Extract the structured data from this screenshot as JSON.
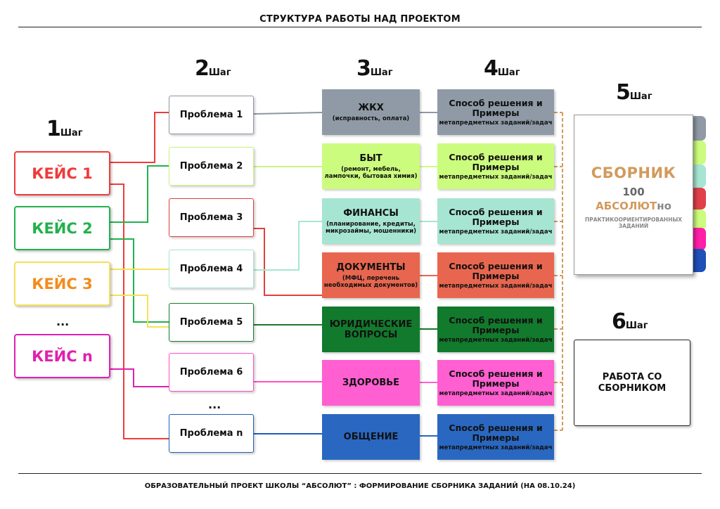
{
  "title": "СТРУКТУРА РАБОТЫ НАД ПРОЕКТОМ",
  "footer": "ОБРАЗОВАТЕЛЬНЫЙ ПРОЕКТ ШКОЛЫ “АБСОЛЮТ” : ФОРМИРОВАНИЕ СБОРНИКА ЗАДАНИЙ (НА 08.10.24)",
  "steps": [
    {
      "n": "1",
      "w": "Шаг"
    },
    {
      "n": "2",
      "w": "Шаг"
    },
    {
      "n": "3",
      "w": "Шаг"
    },
    {
      "n": "4",
      "w": "Шаг"
    },
    {
      "n": "5",
      "w": "Шаг"
    },
    {
      "n": "6",
      "w": "Шаг"
    }
  ],
  "cases": [
    {
      "label": "КЕЙС 1",
      "color": "#ef3b3b"
    },
    {
      "label": "КЕЙС 2",
      "color": "#22b14c"
    },
    {
      "label": "КЕЙС 3",
      "color": "#f28c1c",
      "border": "#f6e05a"
    },
    {
      "label": "КЕЙС n",
      "color": "#e020b0"
    }
  ],
  "cases_dots": "...",
  "problems": [
    {
      "label": "Проблема 1",
      "border": "#8c96a3"
    },
    {
      "label": "Проблема 2",
      "border": "#c8f57a"
    },
    {
      "label": "Проблема 3",
      "border": "#e0403a"
    },
    {
      "label": "Проблема 4",
      "border": "#a8e6cf"
    },
    {
      "label": "Проблема 5",
      "border": "#1a7a2e"
    },
    {
      "label": "Проблема 6",
      "border": "#ff4fc4"
    },
    {
      "label": "Проблема n",
      "border": "#1f5fb8"
    }
  ],
  "problems_dots": "...",
  "categories": [
    {
      "title": "ЖКХ",
      "sub": "(исправность, оплата)",
      "bg": "#8f9aa6",
      "fg": "#111111"
    },
    {
      "title": "БЫТ",
      "sub": "(ремонт, мебель, лампочки, бытовая химия)",
      "bg": "#ccfc7d",
      "fg": "#111111"
    },
    {
      "title": "ФИНАНСЫ",
      "sub": "(планирование, кредиты, микрозаймы, мошенники)",
      "bg": "#a6e5d1",
      "fg": "#111111"
    },
    {
      "title": "ДОКУМЕНТЫ",
      "sub": "(МФЦ, перечень необходимых документов)",
      "bg": "#e8664f",
      "fg": "#111111"
    },
    {
      "title": "ЮРИДИЧЕСКИЕ ВОПРОСЫ",
      "sub": "",
      "bg": "#127a2c",
      "fg": "#111111"
    },
    {
      "title": "ЗДОРОВЬЕ",
      "sub": "",
      "bg": "#ff5fd0",
      "fg": "#111111"
    },
    {
      "title": "ОБЩЕНИЕ",
      "sub": "",
      "bg": "#2a67c0",
      "fg": "#111111"
    }
  ],
  "solution": {
    "title": "Способ решения и Примеры",
    "sub": "метапредметных заданий/задач"
  },
  "book": {
    "title": "СБОРНИК",
    "count": "100",
    "brand_main": "АБСОЛЮТ",
    "brand_tail": "но",
    "subtitle": "ПРАКТИКООРИЕНТИРОВАННЫХ ЗАДАНИЙ",
    "accent": "#d29a5c",
    "tabs": [
      "#8f9aa6",
      "#ccfc7d",
      "#a6e5d1",
      "#e0404a",
      "#ccfc7d",
      "#ff1fa8",
      "#1f4fb8"
    ]
  },
  "step6_panel": "РАБОТА СО СБОРНИКОМ",
  "connector_color": "#d29a5c"
}
